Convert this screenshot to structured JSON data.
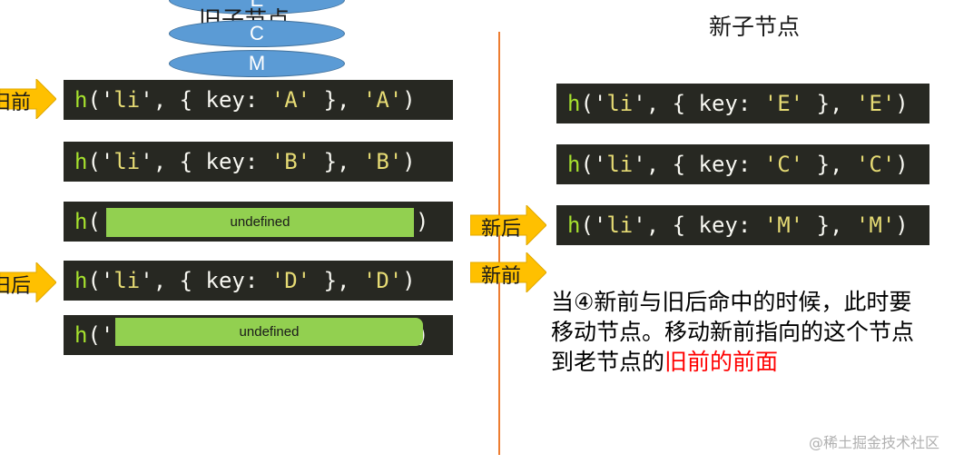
{
  "left": {
    "title": "旧子节点",
    "stack_letters": [
      "E",
      "C",
      "M"
    ],
    "rows": [
      {
        "fn": "h",
        "open": "('",
        "tag": "li",
        "mid": "', { key: ",
        "key": "'A'",
        "end": " }, ",
        "text": "'A'",
        "close": ")"
      },
      {
        "fn": "h",
        "open": "('",
        "tag": "li",
        "mid": "', { key: ",
        "key": "'B'",
        "end": " }, ",
        "text": "'B'",
        "close": ")"
      },
      {
        "fn": "h",
        "open": "(",
        "undefined_label": "undefined",
        "close": ")"
      },
      {
        "fn": "h",
        "open": "('",
        "tag": "li",
        "mid": "', { key: ",
        "key": "'D'",
        "end": " }, ",
        "text": "'D'",
        "close": ")"
      },
      {
        "fn": "h",
        "open": "('",
        "undefined_label": "undefined",
        "close": ")"
      }
    ],
    "pointer_old_front": "旧前",
    "pointer_old_back": "旧后"
  },
  "right": {
    "title": "新子节点",
    "rows": [
      {
        "fn": "h",
        "open": "('",
        "tag": "li",
        "mid": "', { key: ",
        "key": "'E'",
        "end": " }, ",
        "text": "'E'",
        "close": ")"
      },
      {
        "fn": "h",
        "open": "('",
        "tag": "li",
        "mid": "', { key: ",
        "key": "'C'",
        "end": " }, ",
        "text": "'C'",
        "close": ")"
      },
      {
        "fn": "h",
        "open": "('",
        "tag": "li",
        "mid": "', { key: ",
        "key": "'M'",
        "end": " }, ",
        "text": "'M'",
        "close": ")"
      }
    ],
    "pointer_new_back": "新后",
    "pointer_new_front": "新前"
  },
  "note": {
    "text": "当④新前与旧后命中的时候，此时要移动节点。移动新前指向的这个节点到老节点的",
    "highlight": "旧前的前面"
  },
  "watermark": "@稀土掘金技术社区",
  "colors": {
    "code_bg": "#272822",
    "fn_green": "#a6e22e",
    "string_yellow": "#e6db74",
    "undefined_green": "#92d050",
    "arrow_orange": "#ffc000",
    "divider": "#ed7d31",
    "ellipse_blue": "#5b9bd5",
    "highlight_red": "#ff0000"
  }
}
